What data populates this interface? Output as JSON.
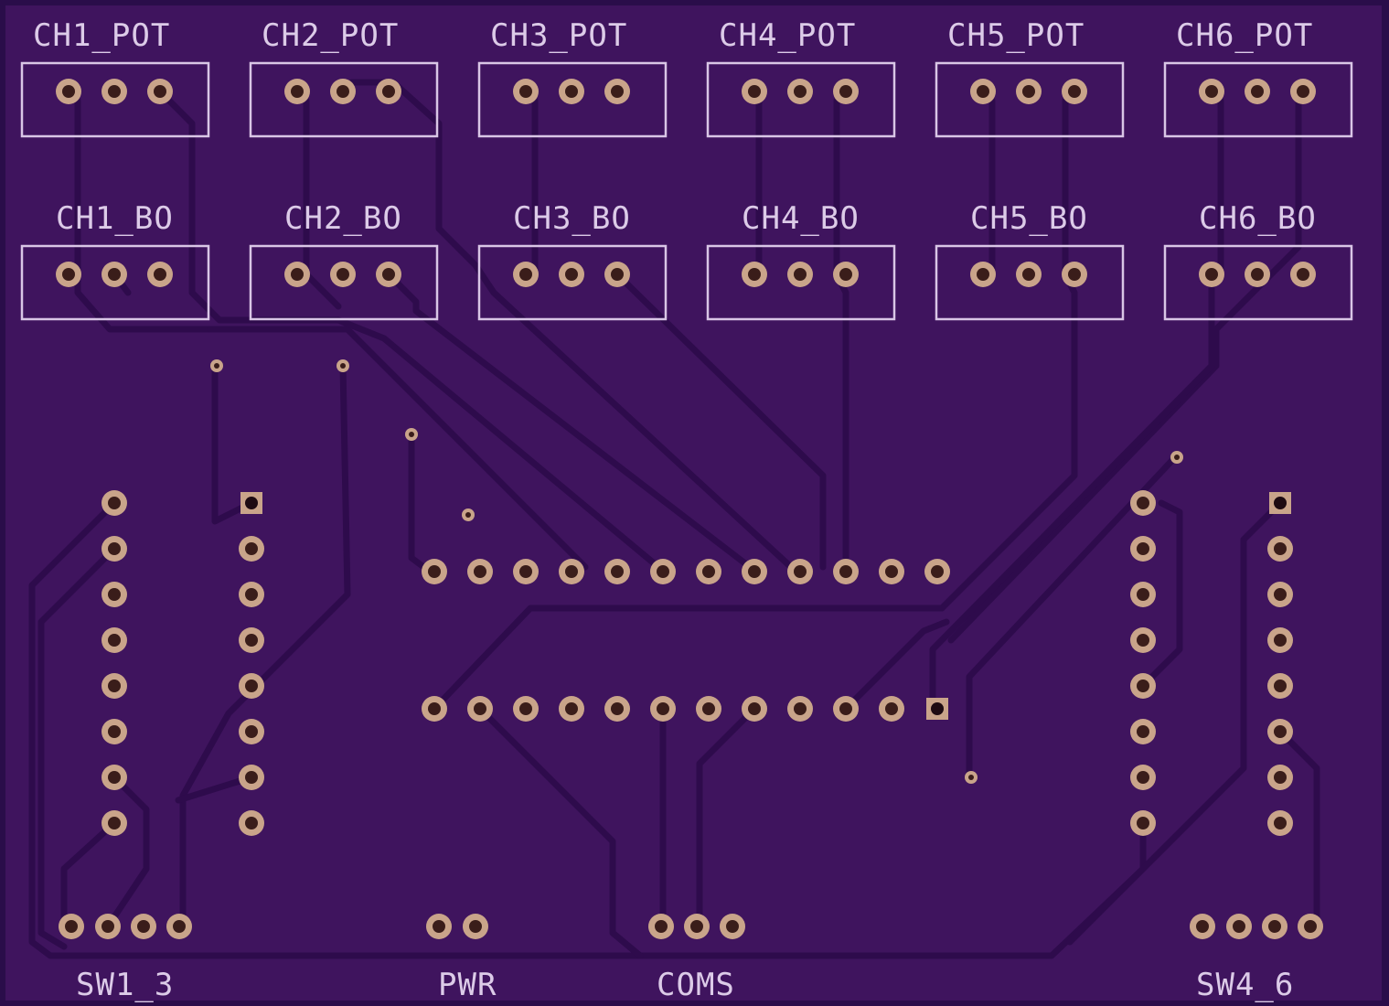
{
  "board": {
    "colors": {
      "background": "#3f145e",
      "edge": "#2a0d4a",
      "trace": "#2e0b4c",
      "silkscreen": "#d9c6e6",
      "pad_copper": "#c9a48a",
      "pad_hole": "#3a1d1a"
    }
  },
  "labels": {
    "ch1_pot": "CH1_POT",
    "ch2_pot": "CH2_POT",
    "ch3_pot": "CH3_POT",
    "ch4_pot": "CH4_POT",
    "ch5_pot": "CH5_POT",
    "ch6_pot": "CH6_POT",
    "ch1_bo": "CH1_BO",
    "ch2_bo": "CH2_BO",
    "ch3_bo": "CH3_BO",
    "ch4_bo": "CH4_BO",
    "ch5_bo": "CH5_BO",
    "ch6_bo": "CH6_BO",
    "sw1_3": "SW1_3",
    "pwr": "PWR",
    "coms": "COMS",
    "sw4_6": "SW4_6"
  }
}
